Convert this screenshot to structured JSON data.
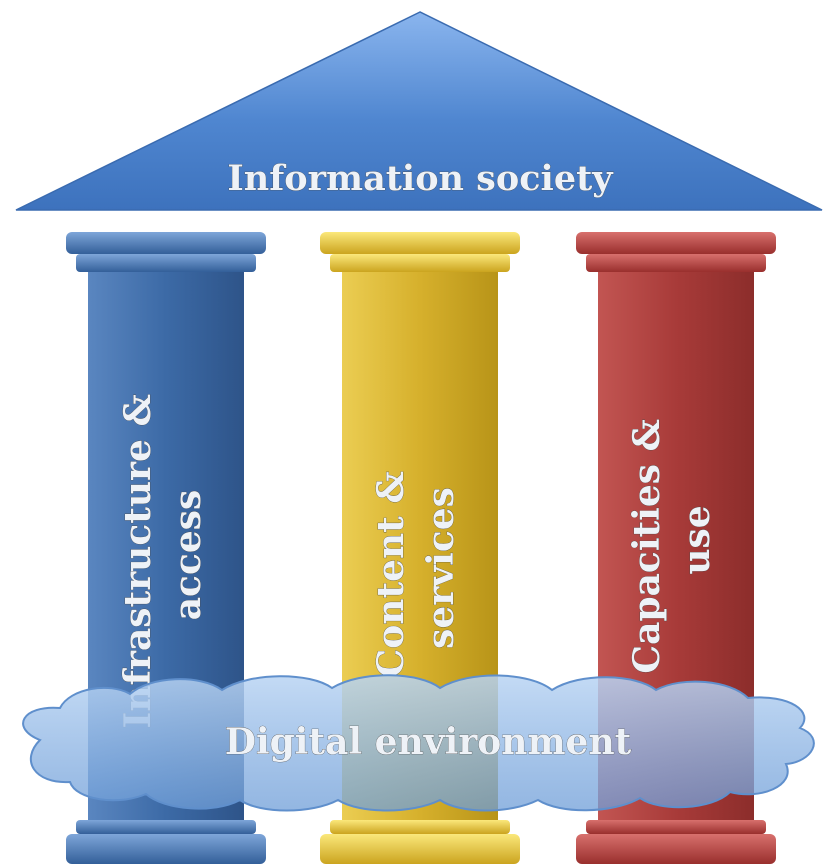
{
  "roof": {
    "label": "Information society",
    "color": "#4f86d0"
  },
  "pillars": [
    {
      "lines": [
        "Infrastructure &",
        "access"
      ],
      "color": "#3c6aa6"
    },
    {
      "lines": [
        "Content &",
        "services"
      ],
      "color": "#d6b02c"
    },
    {
      "lines": [
        "Capacities &",
        "use"
      ],
      "color": "#a83b39"
    }
  ],
  "cloud": {
    "label": "Digital environment",
    "color": "#8fb6e3"
  }
}
